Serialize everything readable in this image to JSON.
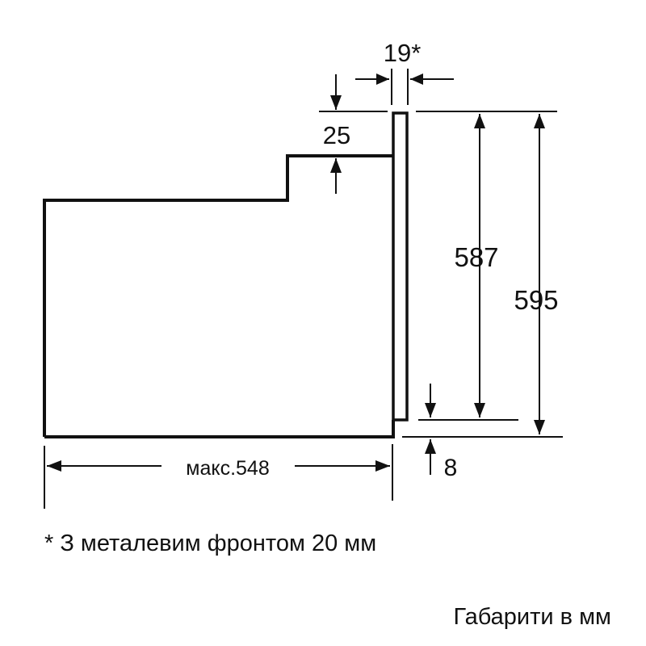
{
  "dimensions": {
    "front_thickness": "19*",
    "step_height": "25",
    "inner_height": "587",
    "total_height": "595",
    "max_depth": "макс.548",
    "bottom_offset": "8"
  },
  "footnote": "* З металевим фронтом 20 мм",
  "units_note": "Габарити в мм",
  "colors": {
    "line": "#111111",
    "background": "#ffffff"
  }
}
